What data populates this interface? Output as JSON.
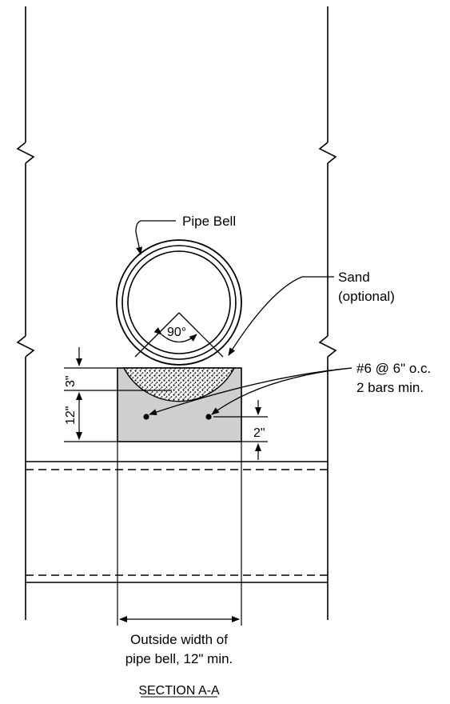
{
  "labels": {
    "pipe_bell": "Pipe Bell",
    "sand_line1": "Sand",
    "sand_line2": "(optional)",
    "angle": "90°",
    "rebar_line1": "#6 @ 6\" o.c.",
    "rebar_line2": "2 bars min.",
    "dim_3in": "3\"",
    "dim_12in": "12\"",
    "dim_2in": "2\"",
    "width_line1": "Outside width of",
    "width_line2": "pipe bell, 12\" min.",
    "section_title": "SECTION A-A"
  },
  "colors": {
    "line": "#000000",
    "concrete": "#cfcfcf",
    "background": "#ffffff"
  }
}
